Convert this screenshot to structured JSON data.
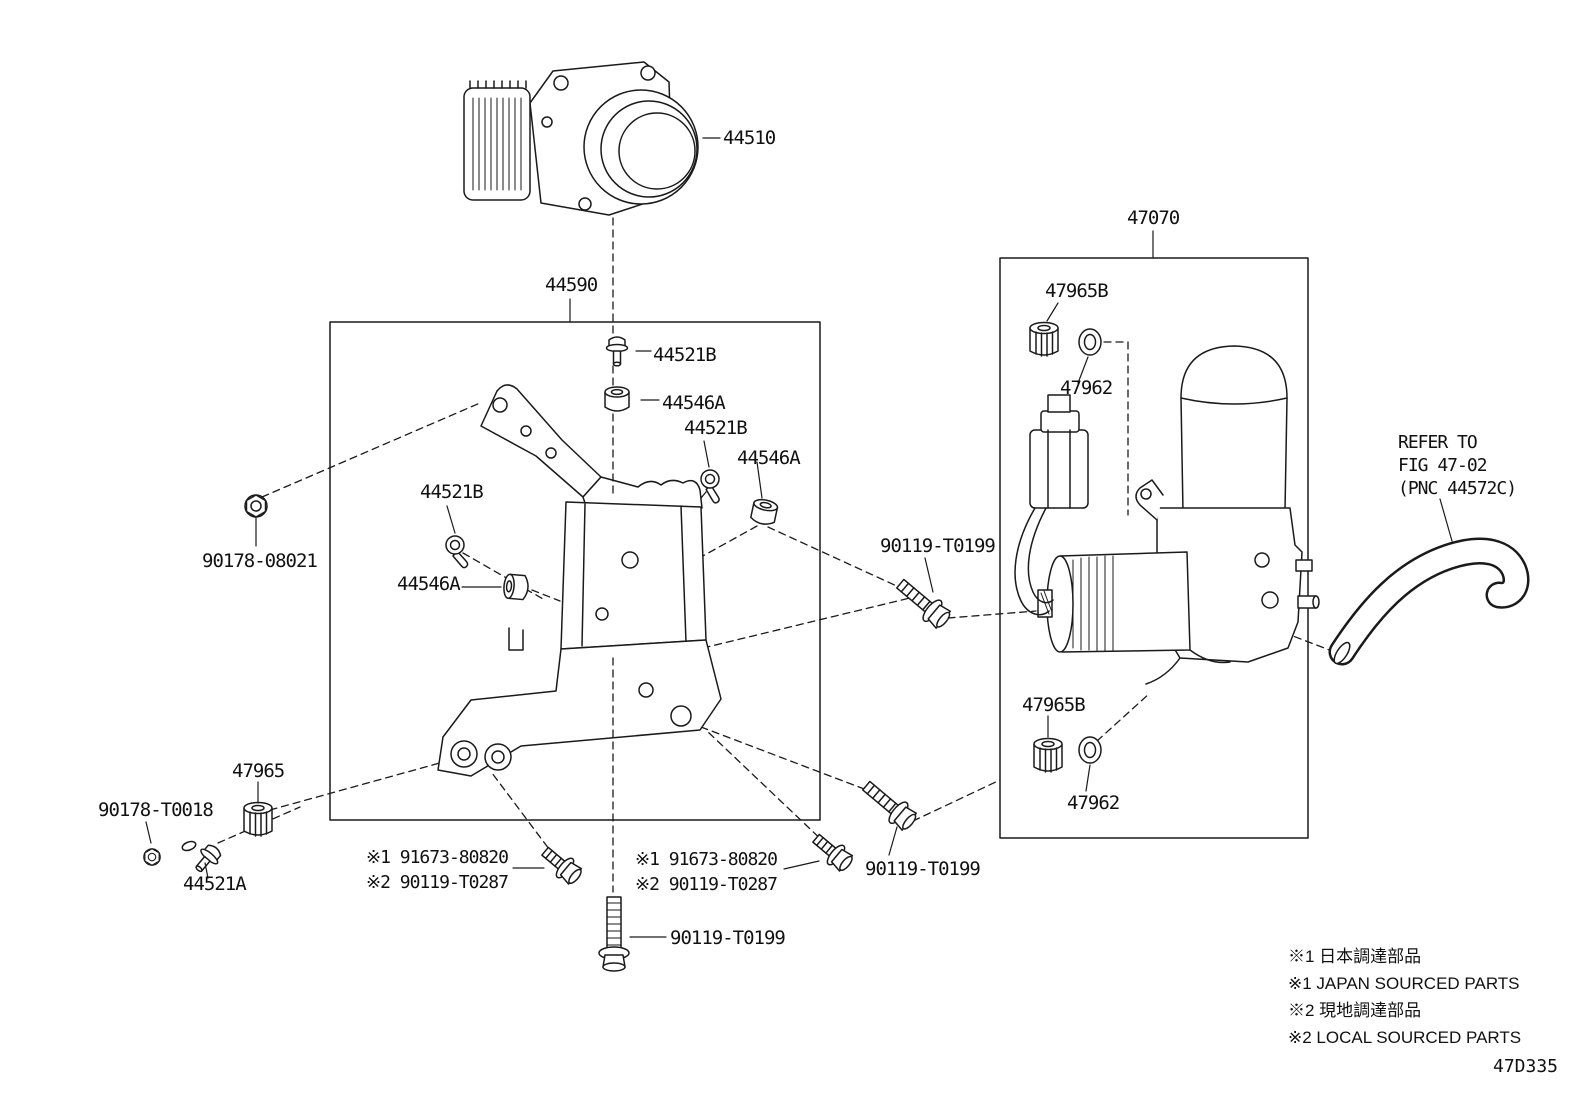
{
  "diagram": {
    "figure_code": "47D335",
    "parts": {
      "actuator": "44510",
      "bracket": "44590",
      "pump": "47070",
      "bolt_b": "44521B",
      "cushion": "44546A",
      "nut_08021": "90178-08021",
      "grommet": "47965",
      "nut_t0018": "90178-T0018",
      "bolt_a": "44521A",
      "bolt_t0199": "90119-T0199",
      "union": "47965B",
      "oring": "47962"
    },
    "notes": {
      "alt1": "※1 91673-80820",
      "alt2": "※2 90119-T0287"
    },
    "refer": {
      "line1": "REFER TO",
      "line2": "FIG 47-02",
      "line3": "(PNC 44572C)"
    },
    "legend": {
      "jp1": "※1 日本調達部品",
      "en1": "※1 JAPAN SOURCED PARTS",
      "jp2": "※2 現地調達部品",
      "en2": "※2 LOCAL SOURCED PARTS"
    }
  }
}
